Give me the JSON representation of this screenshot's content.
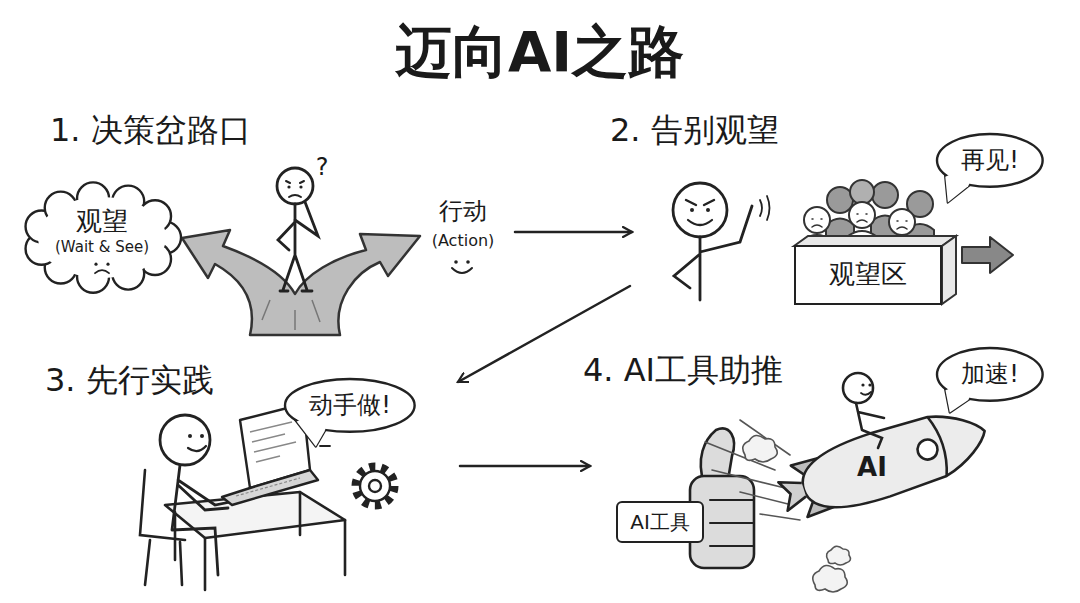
{
  "diagram": {
    "title": "迈向AI之路",
    "nodes": [
      {
        "text": [
          "观望",
          "(Wait & See)"
        ]
      },
      {
        "text": [
          "再见!"
        ]
      },
      {
        "text": [
          "观望区"
        ]
      },
      {
        "text": [
          "动手做!"
        ]
      },
      {
        "text": [
          "加速!"
        ]
      },
      {
        "text": [
          "AI工具"
        ]
      },
      {
        "text": [
          "AI"
        ]
      }
    ],
    "labels": [
      "1. 决策岔路口",
      "2. 告别观望",
      "3. 先行实践",
      "4. AI工具助推",
      "行动",
      "(Action)",
      "?"
    ]
  }
}
